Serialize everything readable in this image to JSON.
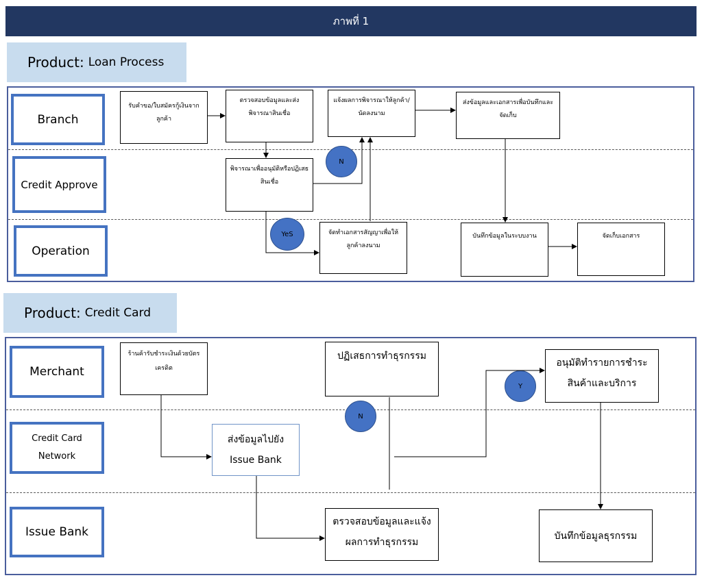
{
  "header": {
    "title": "ภาพที่ 1"
  },
  "loan": {
    "title_bold": "Product:",
    "title_rest": "Loan Process",
    "lanes": {
      "branch": "Branch",
      "credit": "Credit Approve",
      "operation": "Operation"
    },
    "boxes": {
      "receive": "รับคำขอ/ใบสมัครกู้เงินจากลูกค้า",
      "check": "ตรวจสอบข้อมูลและส่งพิจารณาสินเชื่อ",
      "notify": "แจ้งผลการพิจารณาให้ลูกค้า/นัดลงนาม",
      "send_docs": "ส่งข้อมูลและเอกสารเพื่อบันทึกและจัดเก็บ",
      "consider": "พิจารณาเพื่ออนุมัติหรือปฏิเสธสินเชื่อ",
      "contract": "จัดทำเอกสารสัญญาเพื่อให้ลูกค้าลงนาม",
      "record": "บันทึกข้อมูลในระบบงาน",
      "store": "จัดเก็บเอกสาร"
    },
    "badges": {
      "no": "N",
      "yes": "YeS"
    }
  },
  "card": {
    "title_bold": "Product:",
    "title_rest": "Credit Card",
    "lanes": {
      "merchant": "Merchant",
      "network_line1": "Credit Card",
      "network_line2": "Network",
      "issue": "Issue Bank"
    },
    "boxes": {
      "accept": "ร้านค้ารับชำระเงินด้วยบัตรเครดิต",
      "reject": "ปฏิเสธการทำธุรกรรม",
      "approve": "อนุมัติทำรายการชำระสินค้าและบริการ",
      "send_line1": "ส่งข้อมูลไปยัง",
      "send_line2": "Issue Bank",
      "verify": "ตรวจสอบข้อมูลและแจ้งผลการทำธุรกรรม",
      "record": "บันทึกข้อมูลธุรกรรม"
    },
    "badges": {
      "no": "N",
      "yes": "Y"
    }
  }
}
